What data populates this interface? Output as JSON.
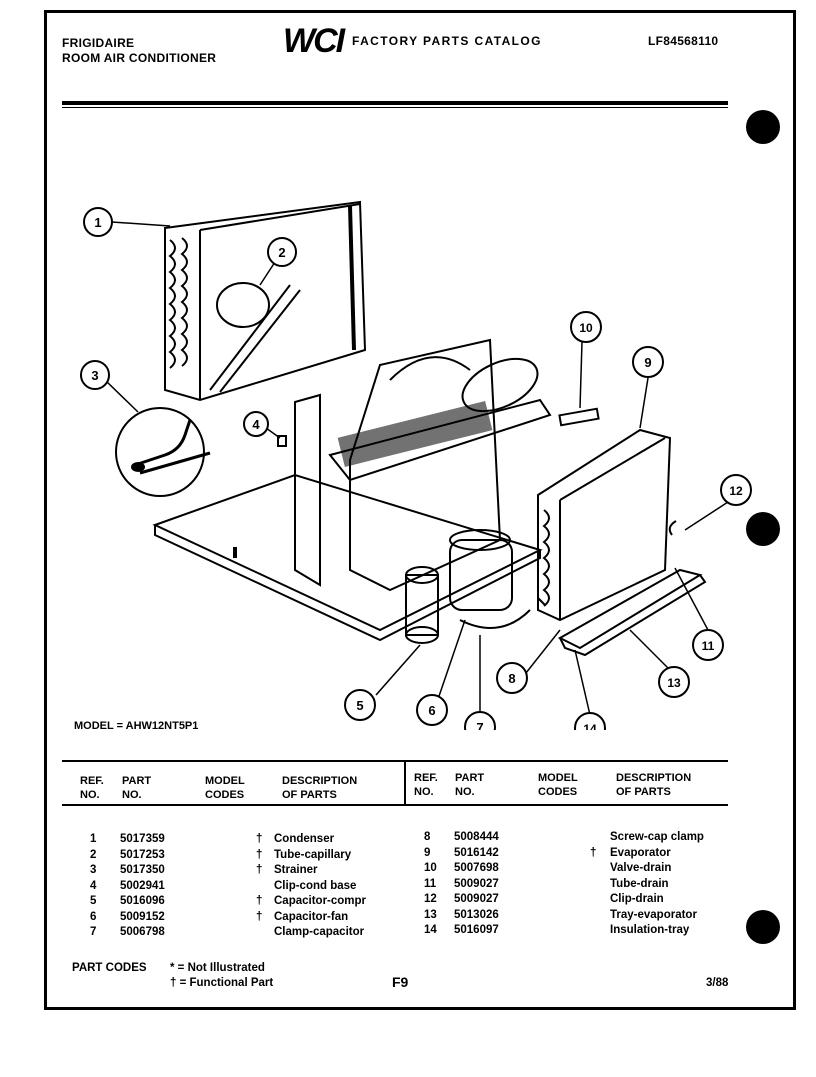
{
  "header": {
    "brand": "FRIGIDAIRE",
    "product": "ROOM AIR CONDITIONER",
    "logo_text": "WCI",
    "catalog_title": "FACTORY PARTS CATALOG",
    "catalog_number": "LF84568110"
  },
  "model_line": "MODEL = AHW12NT5P1",
  "callouts": [
    "1",
    "2",
    "3",
    "4",
    "5",
    "6",
    "7",
    "8",
    "9",
    "10",
    "11",
    "12",
    "13",
    "14"
  ],
  "table_headers": {
    "ref": "REF.",
    "no": "NO.",
    "part": "PART",
    "part_no": "NO.",
    "model": "MODEL",
    "codes": "CODES",
    "description": "DESCRIPTION",
    "of_parts": "OF PARTS"
  },
  "parts_left": [
    {
      "ref": "1",
      "part": "5017359",
      "code": "†",
      "desc": "Condenser"
    },
    {
      "ref": "2",
      "part": "5017253",
      "code": "†",
      "desc": "Tube-capillary"
    },
    {
      "ref": "3",
      "part": "5017350",
      "code": "†",
      "desc": "Strainer"
    },
    {
      "ref": "4",
      "part": "5002941",
      "code": "",
      "desc": "Clip-cond base"
    },
    {
      "ref": "5",
      "part": "5016096",
      "code": "†",
      "desc": "Capacitor-compr"
    },
    {
      "ref": "6",
      "part": "5009152",
      "code": "†",
      "desc": "Capacitor-fan"
    },
    {
      "ref": "7",
      "part": "5006798",
      "code": "",
      "desc": "Clamp-capacitor"
    }
  ],
  "parts_right": [
    {
      "ref": "8",
      "part": "5008444",
      "code": "",
      "desc": "Screw-cap clamp"
    },
    {
      "ref": "9",
      "part": "5016142",
      "code": "†",
      "desc": "Evaporator"
    },
    {
      "ref": "10",
      "part": "5007698",
      "code": "",
      "desc": "Valve-drain"
    },
    {
      "ref": "11",
      "part": "5009027",
      "code": "",
      "desc": "Tube-drain"
    },
    {
      "ref": "12",
      "part": "5009027",
      "code": "",
      "desc": "Clip-drain"
    },
    {
      "ref": "13",
      "part": "5013026",
      "code": "",
      "desc": "Tray-evaporator"
    },
    {
      "ref": "14",
      "part": "5016097",
      "code": "",
      "desc": "Insulation-tray"
    }
  ],
  "footer": {
    "part_codes_label": "PART CODES",
    "legend_not_illustrated": "* = Not Illustrated",
    "legend_functional": "† = Functional Part",
    "page": "F9",
    "date": "3/88"
  }
}
